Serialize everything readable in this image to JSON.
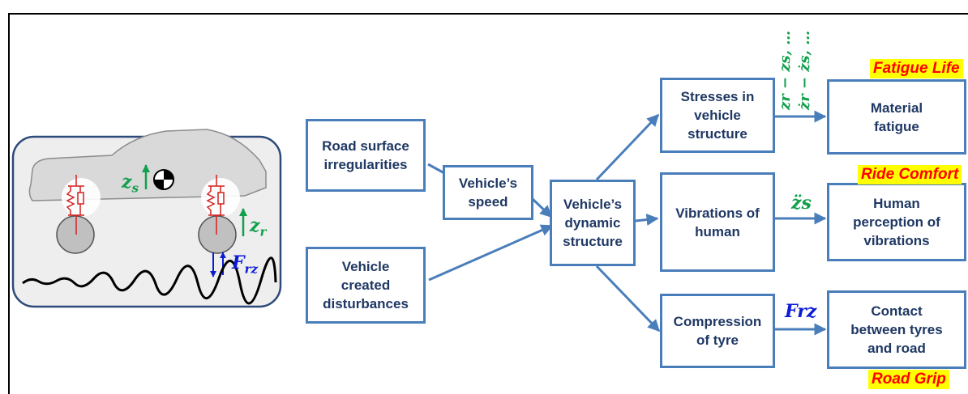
{
  "nodes": {
    "road_surface": "Road surface\nirregularities",
    "vehicle_disturbances": "Vehicle\ncreated\ndisturbances",
    "vehicle_speed": "Vehicle’s\nspeed",
    "dynamic_structure": "Vehicle’s\ndynamic\nstructure",
    "stresses": "Stresses in\nvehicle\nstructure",
    "vibrations": "Vibrations of\nhuman",
    "compression": "Compression\nof tyre",
    "material_fatigue": "Material\nfatigue",
    "human_perception": "Human\nperception of\nvibrations",
    "contact": "Contact\nbetween tyres\nand road"
  },
  "tags": {
    "fatigue_life": "Fatigue Life",
    "ride_comfort": "Ride Comfort",
    "road_grip": "Road Grip"
  },
  "symbols": {
    "z_s": "z",
    "z_s_sub": "s",
    "z_r": "z",
    "z_r_sub": "r",
    "F_rz": "F",
    "F_rz_sub": "rz",
    "stress_line1": "zr − zs, …",
    "stress_line2": "żr − żs, …",
    "accel": "z̈s",
    "force": "Frz"
  },
  "colors": {
    "box_border": "#4a7ebb",
    "arrow": "#4a7ebb",
    "tag_background": "#ffff00",
    "tag_text": "#ff0000",
    "symbol_green": "#12a04c",
    "symbol_blue": "#0b1bd6"
  }
}
